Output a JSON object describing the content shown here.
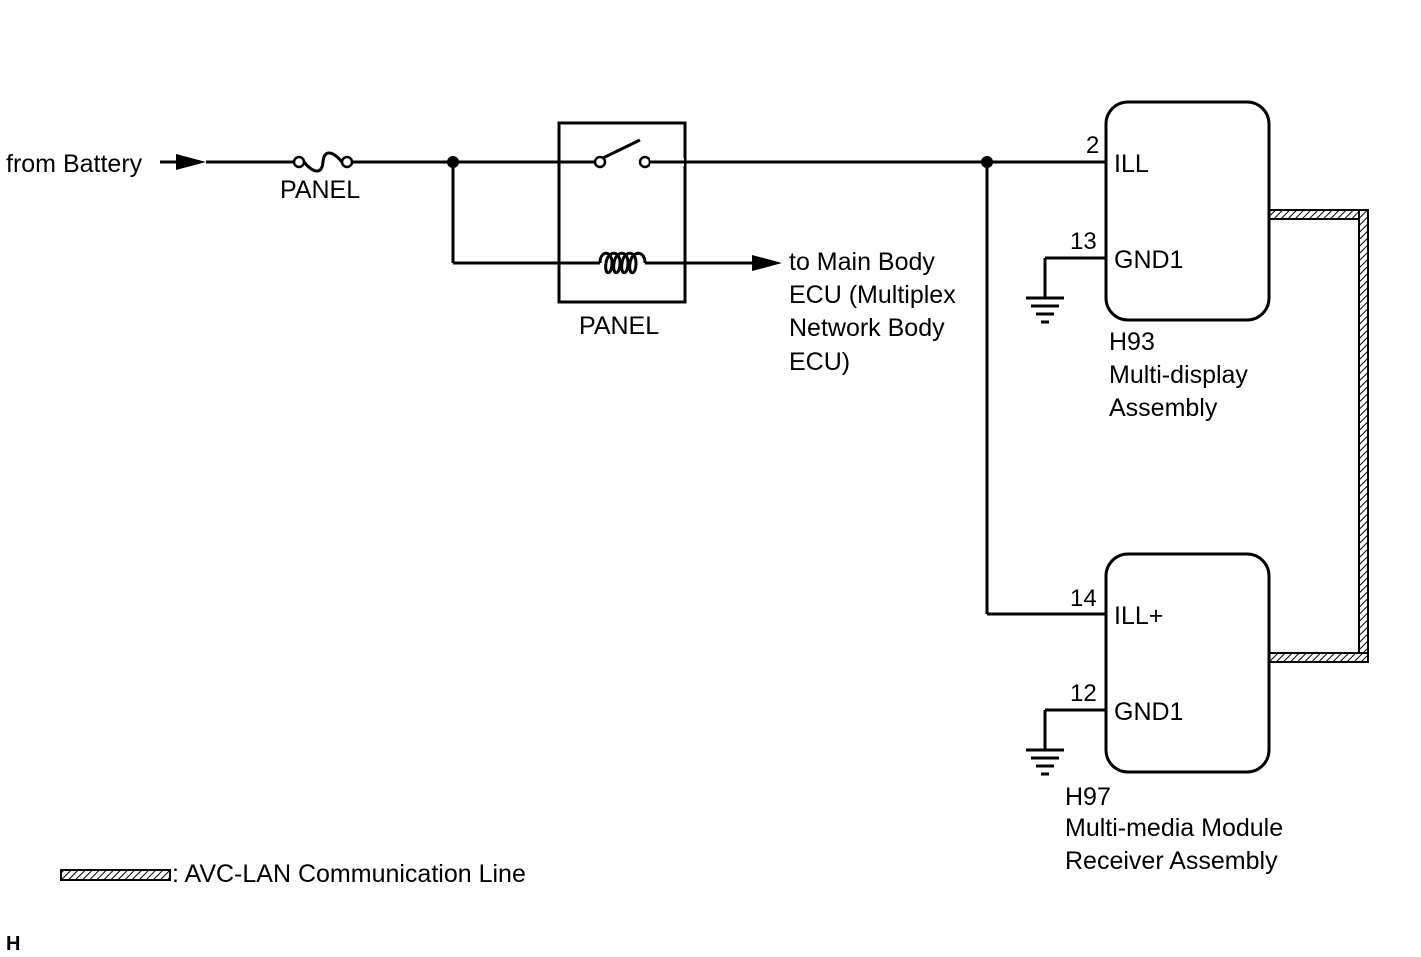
{
  "source": {
    "label": "from Battery"
  },
  "fuse": {
    "label": "PANEL"
  },
  "relay": {
    "label": "PANEL"
  },
  "destination": {
    "lines": [
      "to Main Body",
      "ECU (Multiplex",
      "Network Body",
      "ECU)"
    ]
  },
  "components": [
    {
      "id": "H93",
      "name_lines": [
        "Multi-display",
        "Assembly"
      ],
      "pins": [
        {
          "number": "2",
          "name": "ILL"
        },
        {
          "number": "13",
          "name": "GND1"
        }
      ]
    },
    {
      "id": "H97",
      "name_lines": [
        "Multi-media Module",
        "Receiver Assembly"
      ],
      "pins": [
        {
          "number": "14",
          "name": "ILL+"
        },
        {
          "number": "12",
          "name": "GND1"
        }
      ]
    }
  ],
  "legend": {
    "label": ": AVC-LAN Communication Line"
  },
  "corner_mark": "H"
}
